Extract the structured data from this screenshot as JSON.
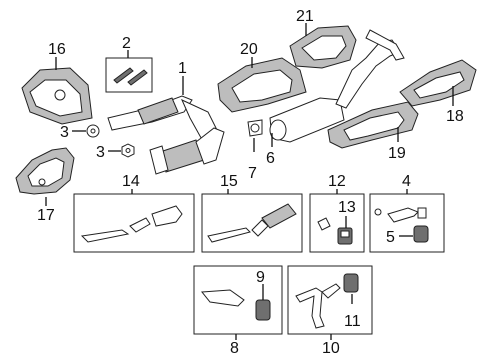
{
  "callouts": {
    "c1": "1",
    "c2": "2",
    "c3a": "3",
    "c3b": "3",
    "c4": "4",
    "c5": "5",
    "c6": "6",
    "c7": "7",
    "c8": "8",
    "c9": "9",
    "c10": "10",
    "c11": "11",
    "c12": "12",
    "c13": "13",
    "c14": "14",
    "c15": "15",
    "c16": "16",
    "c17": "17",
    "c18": "18",
    "c19": "19",
    "c20": "20",
    "c21": "21"
  },
  "colors": {
    "line": "#111111",
    "shade": "#bdbdbd",
    "dark": "#6f6f6f"
  }
}
